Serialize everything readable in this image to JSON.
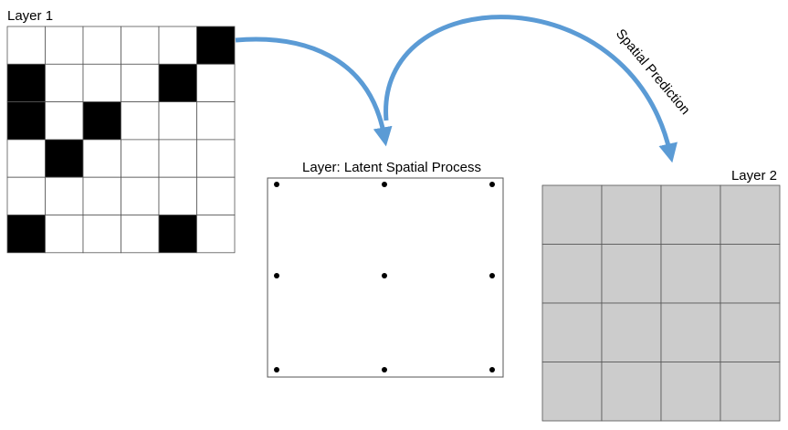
{
  "layer1": {
    "label": "Layer 1",
    "grid": [
      [
        0,
        0,
        0,
        0,
        0,
        1
      ],
      [
        1,
        0,
        0,
        0,
        1,
        0
      ],
      [
        1,
        0,
        1,
        0,
        0,
        0
      ],
      [
        0,
        1,
        0,
        0,
        0,
        0
      ],
      [
        0,
        0,
        0,
        0,
        0,
        0
      ],
      [
        1,
        0,
        0,
        0,
        1,
        0
      ]
    ]
  },
  "latent": {
    "label": "Layer: Latent Spatial Process",
    "rows": 3,
    "cols": 3
  },
  "layer2": {
    "label": "Layer 2",
    "rows": 4,
    "cols": 4
  },
  "arrow_label": "Spatial Prediction",
  "colors": {
    "filled_cell": "#000000",
    "empty_cell": "#ffffff",
    "layer2_cell": "#cccccc",
    "arrow": "#5b9bd5",
    "grid_line": "#555555"
  }
}
